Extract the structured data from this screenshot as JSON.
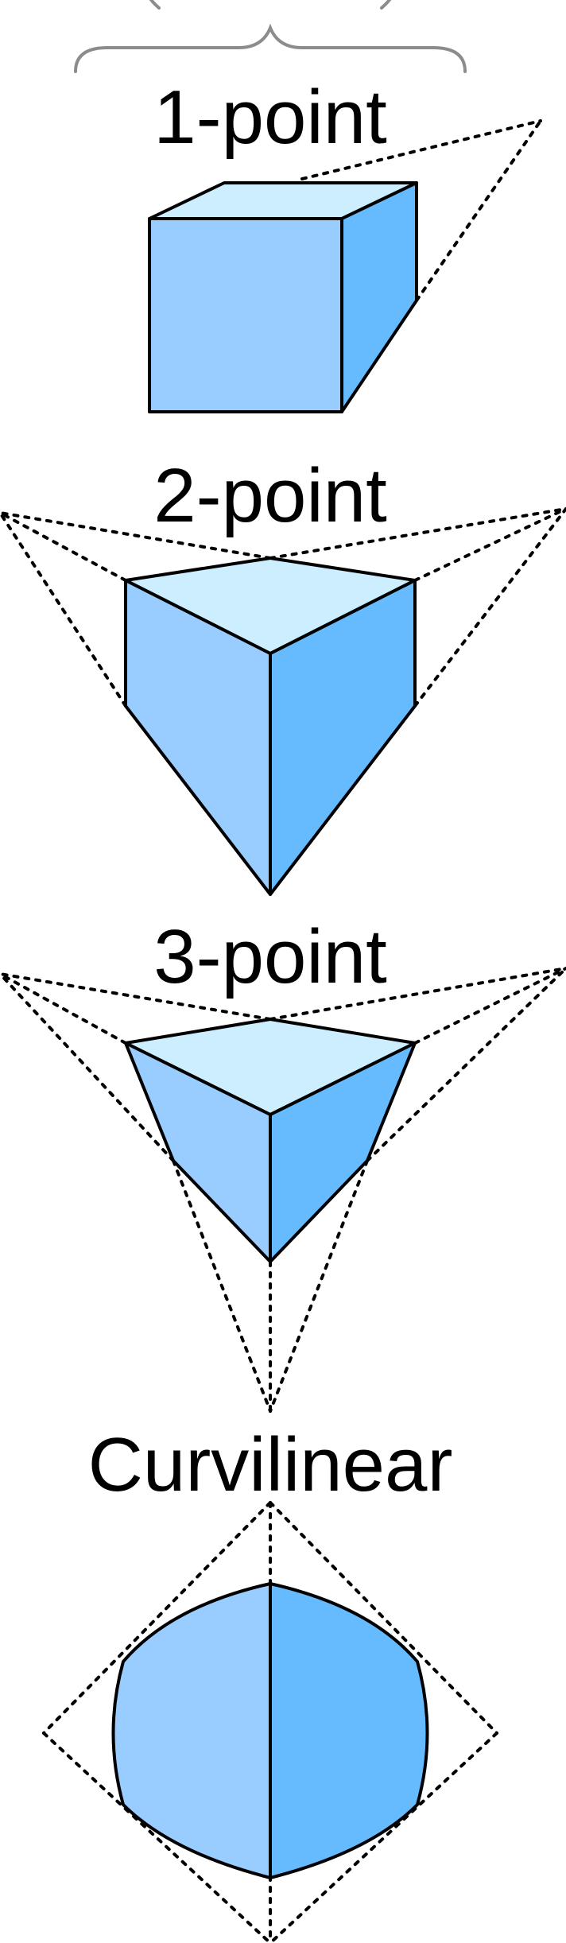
{
  "labels": {
    "one_point": "1-point",
    "two_point": "2-point",
    "three_point": "3-point",
    "curvilinear": "Curvilinear"
  },
  "colors": {
    "top_face": "#cceeff",
    "left_face": "#99ccff",
    "right_face": "#66bbff",
    "outline": "#000000",
    "brace": "#8c8c8c",
    "guide_lines": "#000000"
  }
}
